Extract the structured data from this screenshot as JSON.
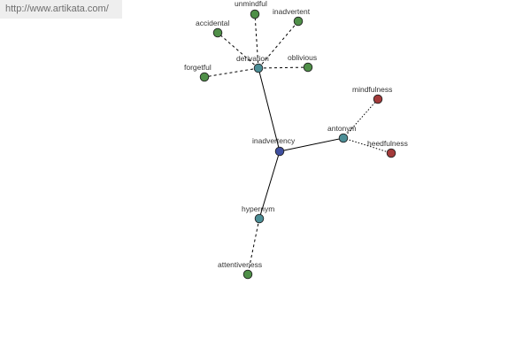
{
  "header": {
    "site_link": "http://www.artikata.com/"
  },
  "graph": {
    "colors": {
      "center": "#3f4fa0",
      "relation": "#4b8e96",
      "synonym_word": "#4f8f48",
      "antonym_word": "#a33a3a"
    },
    "center": {
      "id": "inadvertency",
      "label": "inadvertency"
    },
    "relations": [
      {
        "id": "derivation",
        "label": "derivation",
        "color": "#4b8e96"
      },
      {
        "id": "antonym",
        "label": "antonym",
        "color": "#4b8e96"
      },
      {
        "id": "hypernym",
        "label": "hypernym",
        "color": "#4b8e96"
      }
    ],
    "words": [
      {
        "id": "unmindful",
        "label": "unmindful",
        "relation": "derivation",
        "color": "#4f8f48"
      },
      {
        "id": "inadvertent",
        "label": "inadvertent",
        "relation": "derivation",
        "color": "#4f8f48"
      },
      {
        "id": "accidental",
        "label": "accidental",
        "relation": "derivation",
        "color": "#4f8f48"
      },
      {
        "id": "oblivious",
        "label": "oblivious",
        "relation": "derivation",
        "color": "#4f8f48"
      },
      {
        "id": "forgetful",
        "label": "forgetful",
        "relation": "derivation",
        "color": "#4f8f48"
      },
      {
        "id": "mindfulness",
        "label": "mindfulness",
        "relation": "antonym",
        "color": "#a33a3a"
      },
      {
        "id": "heedfulness",
        "label": "heedfulness",
        "relation": "antonym",
        "color": "#a33a3a"
      },
      {
        "id": "attentiveness",
        "label": "attentiveness",
        "relation": "hypernym",
        "color": "#4f8f48"
      }
    ]
  }
}
